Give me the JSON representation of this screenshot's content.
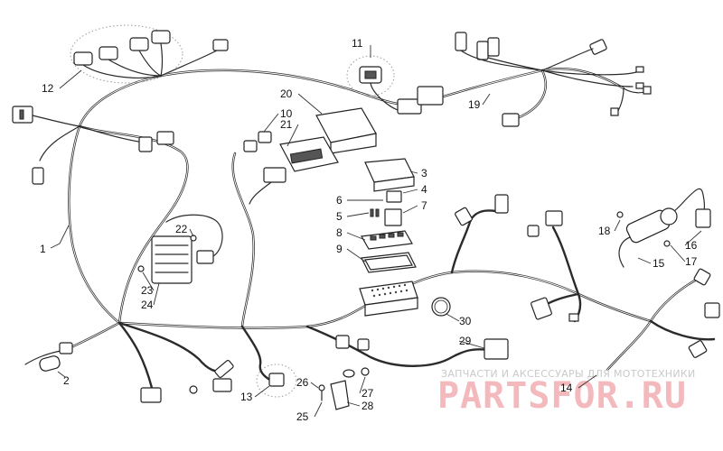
{
  "callouts": {
    "c1": "1",
    "c2": "2",
    "c3": "3",
    "c4": "4",
    "c5": "5",
    "c6": "6",
    "c7": "7",
    "c8": "8",
    "c9": "9",
    "c10": "10",
    "c11": "11",
    "c12": "12",
    "c13": "13",
    "c14": "14",
    "c15": "15",
    "c16": "16",
    "c17": "17",
    "c18": "18",
    "c19": "19",
    "c20": "20",
    "c21": "21",
    "c22": "22",
    "c23": "23",
    "c24": "24",
    "c25": "25",
    "c26": "26",
    "c27": "27",
    "c28": "28",
    "c29": "29",
    "c30": "30"
  },
  "watermark": {
    "tagline": "ЗАПЧАСТИ И АКСЕССУАРЫ ДЛЯ МОТОТЕХНИКИ",
    "brand": "PARTSFOR.RU"
  },
  "colors": {
    "line": "#2b2b2b",
    "watermark_text": "#c9c9c9",
    "watermark_brand": "#f4b9bd"
  }
}
